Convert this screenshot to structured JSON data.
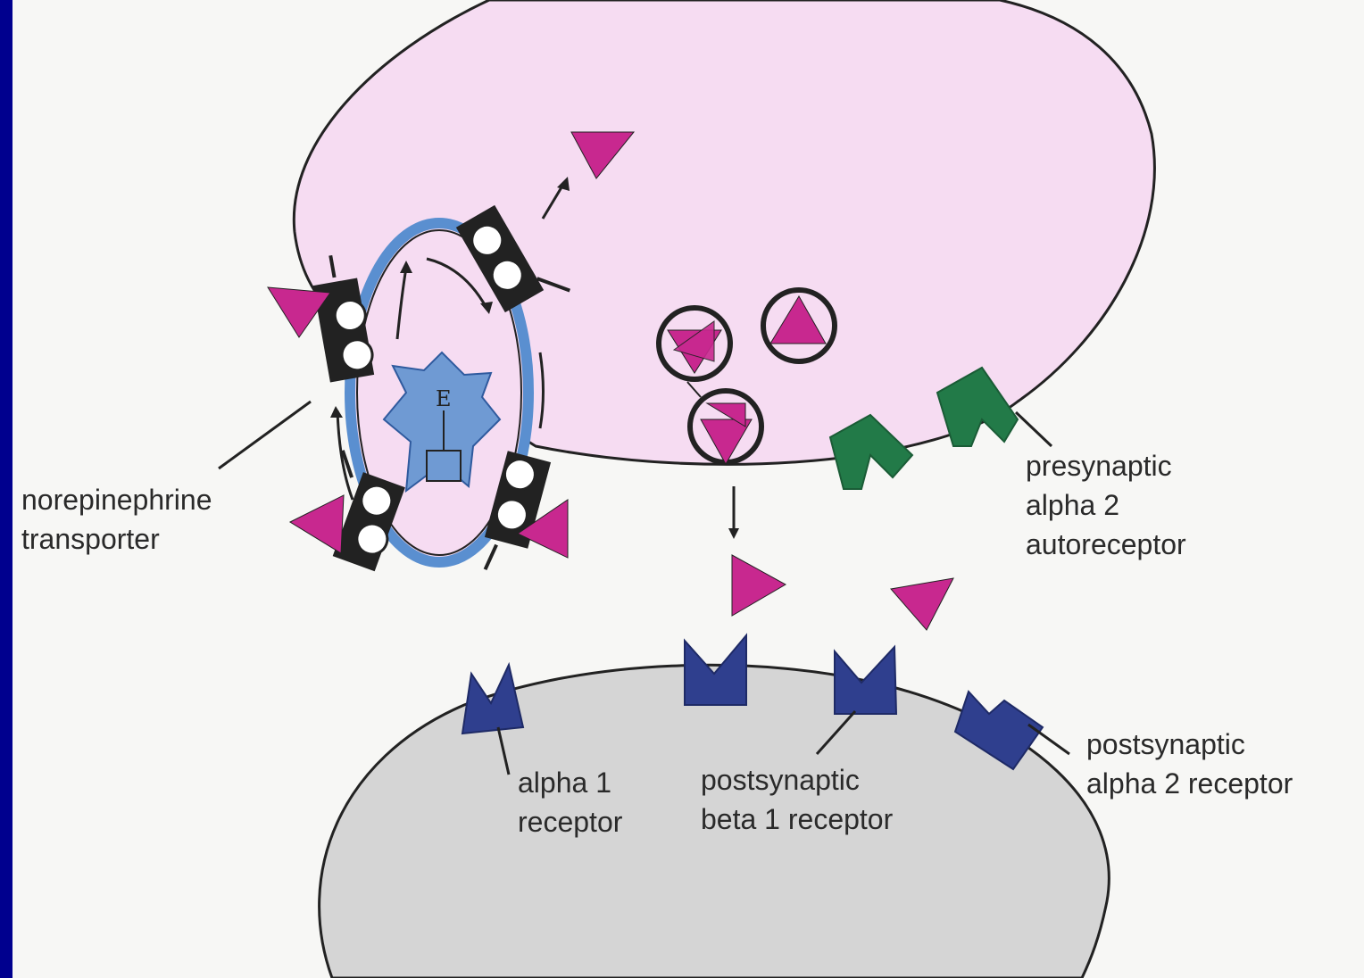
{
  "labels": {
    "transporter": [
      "norepinephrine",
      "transporter"
    ],
    "presynaptic_alpha2": [
      "presynaptic",
      "alpha 2",
      "autoreceptor"
    ],
    "alpha1": [
      "alpha 1",
      "receptor"
    ],
    "beta1": [
      "postsynaptic",
      "beta 1 receptor"
    ],
    "postsynaptic_alpha2": [
      "postsynaptic",
      "alpha 2 receptor"
    ]
  },
  "enzyme_letter": "E",
  "colors": {
    "border": "#00008e",
    "background": "#f7f7f5",
    "presynaptic_neuron": "#f6dcf2",
    "postsynaptic_neuron": "#d5d5d5",
    "vesicle_membrane": "#5a8fd0",
    "enzyme": "#6f9ad3",
    "norepinephrine": "#c8288f",
    "presynaptic_receptor": "#227a48",
    "postsynaptic_receptor": "#2f3f8e",
    "outline": "#222222"
  },
  "icons": [
    "norepinephrine-triangle",
    "transporter-pump",
    "alpha2-autoreceptor-shape",
    "postsynaptic-receptor-shape",
    "enzyme-star"
  ]
}
